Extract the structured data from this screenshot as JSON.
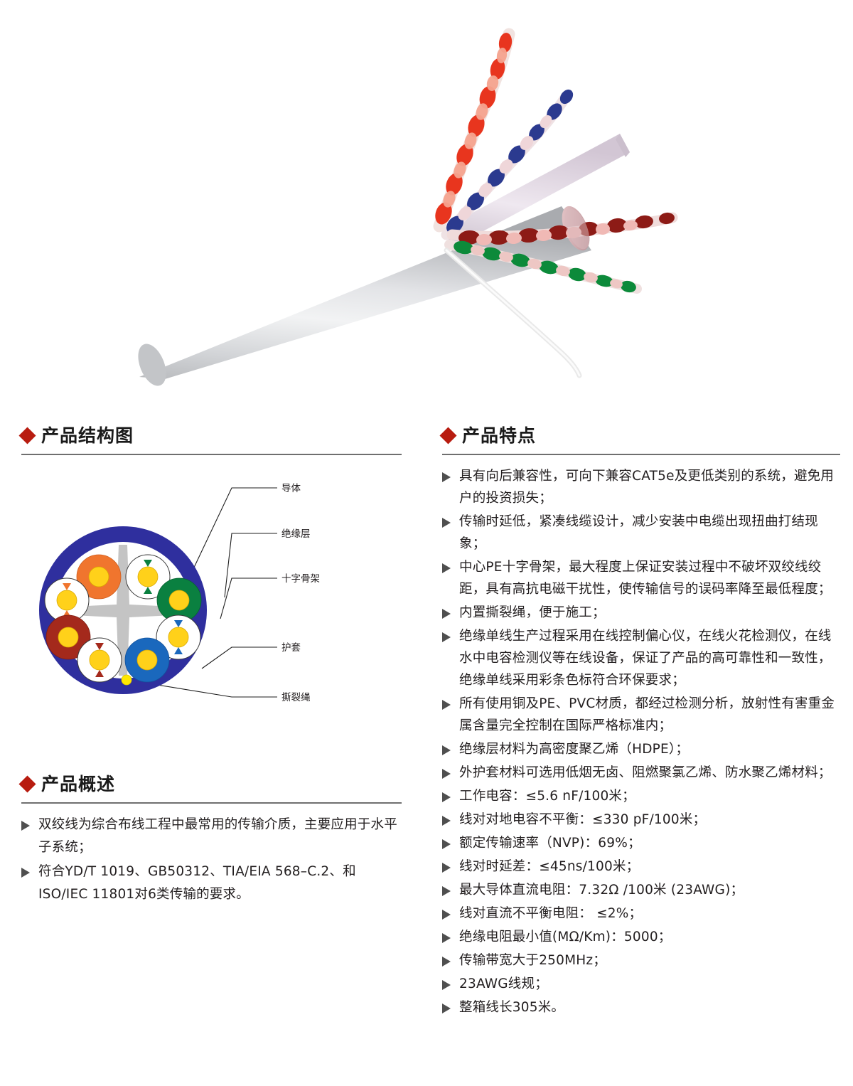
{
  "product_photo": {
    "alt": "cat6-utp-cable-cutaway-photo",
    "jacket_color": "#d8d9db",
    "pairs": [
      {
        "name": "orange-white-pair",
        "color": "#e8351e"
      },
      {
        "name": "blue-white-pair",
        "color": "#2b3a8f"
      },
      {
        "name": "brown-white-pair",
        "color": "#8d1b16"
      },
      {
        "name": "green-white-pair",
        "color": "#0c8a3a"
      },
      {
        "name": "pe-cross-spline",
        "color": "#e3d9e4"
      },
      {
        "name": "ripcord",
        "color": "#efefef"
      }
    ]
  },
  "structure_section": {
    "title": "产品结构图",
    "diagram": {
      "name": "cable-cross-section",
      "colors": {
        "jacket": "#2f2f9e",
        "spline": "#c4c4c4",
        "conductor": "#ffd11a",
        "orange": "#f0752e",
        "green": "#0a8040",
        "brown": "#a4291c",
        "blue": "#1a68bd",
        "ripcord": "#ffe800",
        "insulation_outline": "#3a3a3a",
        "core_fill": "#ffffff"
      },
      "callouts": [
        {
          "name": "callout-conductor",
          "label": "导体"
        },
        {
          "name": "callout-insulation",
          "label": "绝缘层"
        },
        {
          "name": "callout-cross-spline",
          "label": "十字骨架"
        },
        {
          "name": "callout-jacket",
          "label": "护套"
        },
        {
          "name": "callout-ripcord",
          "label": "撕裂绳"
        }
      ]
    }
  },
  "overview_section": {
    "title": "产品概述",
    "items": [
      "双绞线为综合布线工程中最常用的传输介质，主要应用于水平子系统；",
      "符合YD/T 1019、GB50312、TIA/EIA 568–C.2、和ISO/IEC 11801对6类传输的要求。"
    ]
  },
  "features_section": {
    "title": "产品特点",
    "items": [
      "具有向后兼容性，可向下兼容CAT5e及更低类别的系统，避免用户的投资损失；",
      "传输时延低，紧凑线缆设计，减少安装中电缆出现扭曲打结现象；",
      "中心PE十字骨架，最大程度上保证安装过程中不破坏双绞线绞距，具有高抗电磁干扰性，使传输信号的误码率降至最低程度；",
      "内置撕裂绳，便于施工；",
      "绝缘单线生产过程采用在线控制偏心仪，在线火花检测仪，在线水中电容检测仪等在线设备，保证了产品的高可靠性和一致性，绝缘单线采用彩条色标符合环保要求；",
      "所有使用铜及PE、PVC材质，都经过检测分析，放射性有害重金属含量完全控制在国际严格标准内；",
      "绝缘层材料为高密度聚乙烯（HDPE）；",
      "外护套材料可选用低烟无卤、阻燃聚氯乙烯、防水聚乙烯材料；",
      "工作电容：≤5.6 nF/100米；",
      "线对对地电容不平衡：≤330 pF/100米；",
      "额定传输速率（NVP)：69%；",
      "线对时延差：≤45ns/100米；",
      "最大导体直流电阻：7.32Ω /100米 (23AWG)；",
      "线对直流不平衡电阻： ≤2%；",
      "绝缘电阻最小值(MΩ/Km)：5000；",
      "传输带宽大于250MHz；",
      "23AWG线规；",
      "整箱线长305米。"
    ]
  }
}
